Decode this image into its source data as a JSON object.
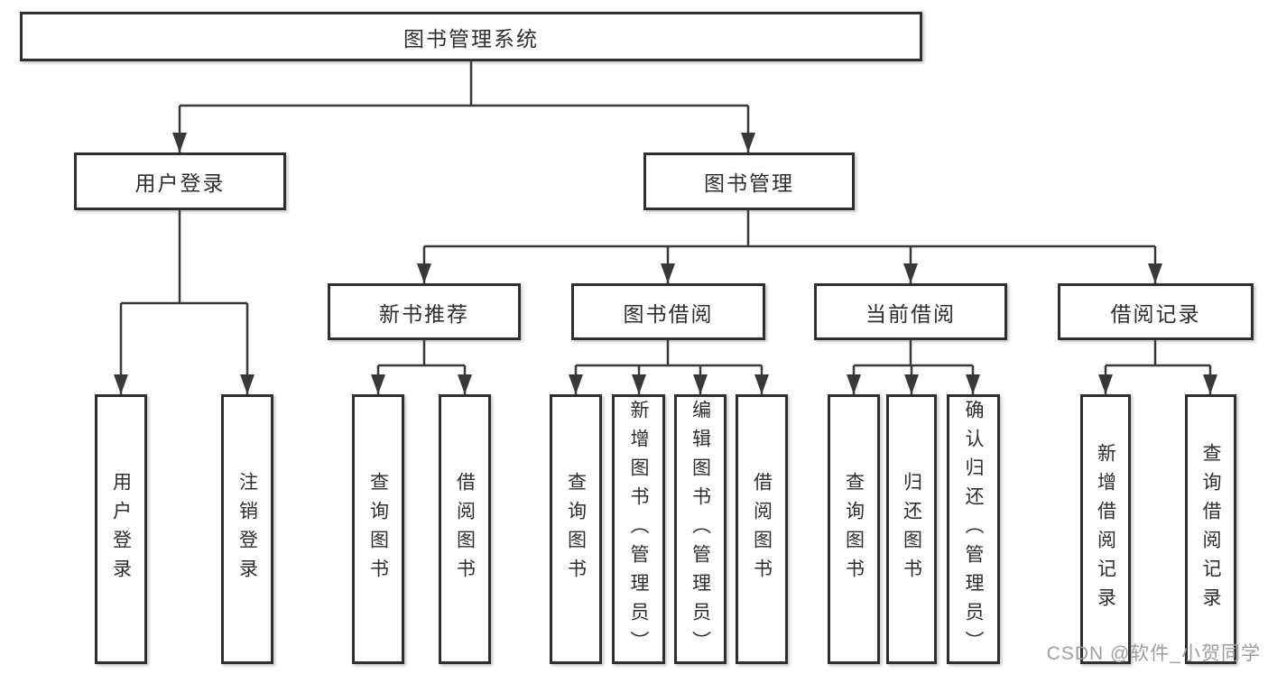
{
  "tree": {
    "label": "图书管理系统",
    "children": [
      {
        "label": "用户登录",
        "children": [
          {
            "label": "用户登录"
          },
          {
            "label": "注销登录"
          }
        ]
      },
      {
        "label": "图书管理",
        "children": [
          {
            "label": "新书推荐",
            "children": [
              {
                "label": "查询图书"
              },
              {
                "label": "借阅图书"
              }
            ]
          },
          {
            "label": "图书借阅",
            "children": [
              {
                "label": "查询图书"
              },
              {
                "label": "新增图书（管理员）"
              },
              {
                "label": "编辑图书（管理员）"
              },
              {
                "label": "借阅图书"
              }
            ]
          },
          {
            "label": "当前借阅",
            "children": [
              {
                "label": "查询图书"
              },
              {
                "label": "归还图书"
              },
              {
                "label": "确认归还（管理员）"
              }
            ]
          },
          {
            "label": "借阅记录",
            "children": [
              {
                "label": "新增借阅记录"
              },
              {
                "label": "查询借阅记录"
              }
            ]
          }
        ]
      }
    ]
  },
  "watermark": {
    "text": "CSDN @软件_小贺同学"
  },
  "colors": {
    "line": "#383838",
    "box_border": "#2f2f2f",
    "text": "#2e2e2e",
    "watermark": "#9e9e9e",
    "background": "#ffffff"
  }
}
